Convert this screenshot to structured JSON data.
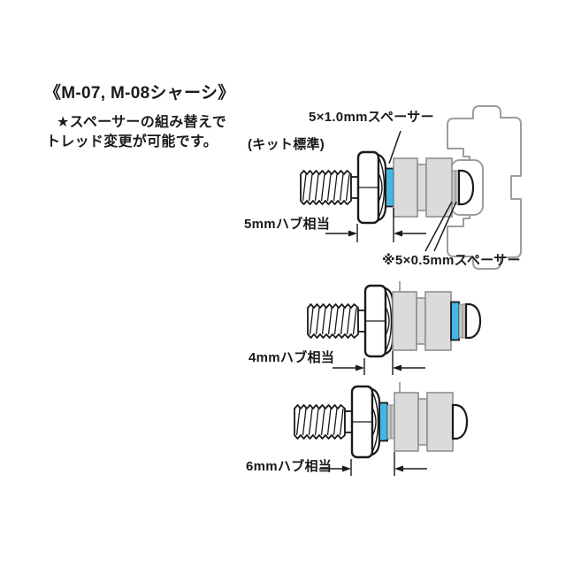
{
  "title": "《M-07, M-08シャーシ》",
  "note": {
    "line1": "★スペーサーの組み替えで",
    "line2": "トレッド変更が可能です。"
  },
  "labels": {
    "spacer_1_0": "5×1.0mmスペーサー",
    "kit_standard": "(キット標準)",
    "spacer_0_5": "※5×0.5mmスペーサー",
    "hub_5mm": "5mmハブ相当",
    "hub_4mm": "4mmハブ相当",
    "hub_6mm": "6mmハブ相当"
  },
  "diagrams": [
    {
      "name": "hub-5mm",
      "hub_width_label": "5mmハブ相当",
      "inner_spacers": [
        "5×1.0mm"
      ],
      "outer_spacers": [
        "5×0.5mm",
        "5×0.5mm"
      ],
      "kit_standard": true
    },
    {
      "name": "hub-4mm",
      "hub_width_label": "4mmハブ相当",
      "inner_spacers": [],
      "outer_spacers": [
        "5×1.0mm",
        "5×0.5mm",
        "5×0.5mm"
      ],
      "kit_standard": false
    },
    {
      "name": "hub-6mm",
      "hub_width_label": "6mmハブ相当",
      "inner_spacers": [
        "5×1.0mm",
        "5×0.5mm",
        "5×0.5mm"
      ],
      "outer_spacers": [],
      "kit_standard": false
    }
  ],
  "colors": {
    "spacer_blue": "#41b7e5",
    "part_gray_fill": "#dbdbdb",
    "thin_spacer_fill": "#c6c6c6",
    "outline_black": "#1a1a1a",
    "outline_gray": "#8f8f8f",
    "background": "#ffffff"
  }
}
